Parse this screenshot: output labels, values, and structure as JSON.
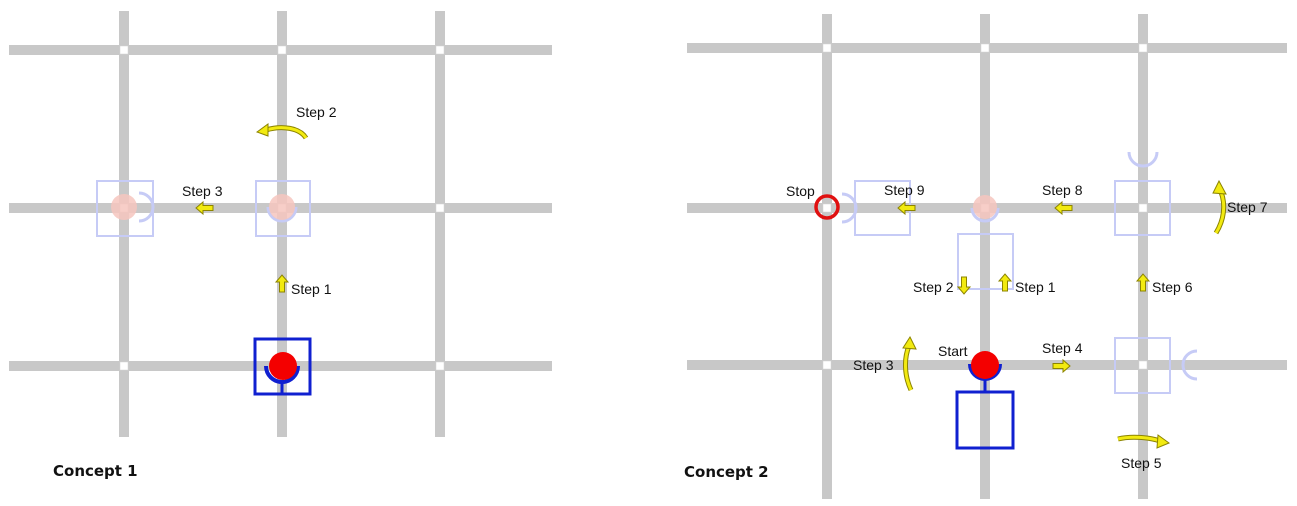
{
  "colors": {
    "track": "#c8c8c8",
    "node": "#ffffff",
    "robot": "#1020d0",
    "robot_ghost": "#a8b0f0",
    "ball": "#f40000",
    "ball_ghost": "#f6c6be",
    "arrow_fill": "#f2ea10",
    "arrow_stroke": "#8c8400",
    "stop_ring": "#e01010"
  },
  "concept1": {
    "caption": "Concept 1",
    "steps": [
      {
        "label": "Step 1",
        "icon": "arrow-up-icon"
      },
      {
        "label": "Step 2",
        "icon": "curved-arrow-left-icon"
      },
      {
        "label": "Step 3",
        "icon": "arrow-left-icon"
      }
    ]
  },
  "concept2": {
    "caption": "Concept 2",
    "start_label": "Start",
    "stop_label": "Stop",
    "steps": [
      {
        "label": "Step 1",
        "icon": "arrow-up-icon"
      },
      {
        "label": "Step 2",
        "icon": "arrow-down-icon"
      },
      {
        "label": "Step 3",
        "icon": "curved-arrow-up-icon"
      },
      {
        "label": "Step 4",
        "icon": "arrow-right-icon"
      },
      {
        "label": "Step 5",
        "icon": "curved-arrow-right-icon"
      },
      {
        "label": "Step 6",
        "icon": "arrow-up-icon"
      },
      {
        "label": "Step 7",
        "icon": "curved-arrow-up-icon"
      },
      {
        "label": "Step 8",
        "icon": "arrow-left-icon"
      },
      {
        "label": "Step 9",
        "icon": "arrow-left-icon"
      }
    ]
  }
}
